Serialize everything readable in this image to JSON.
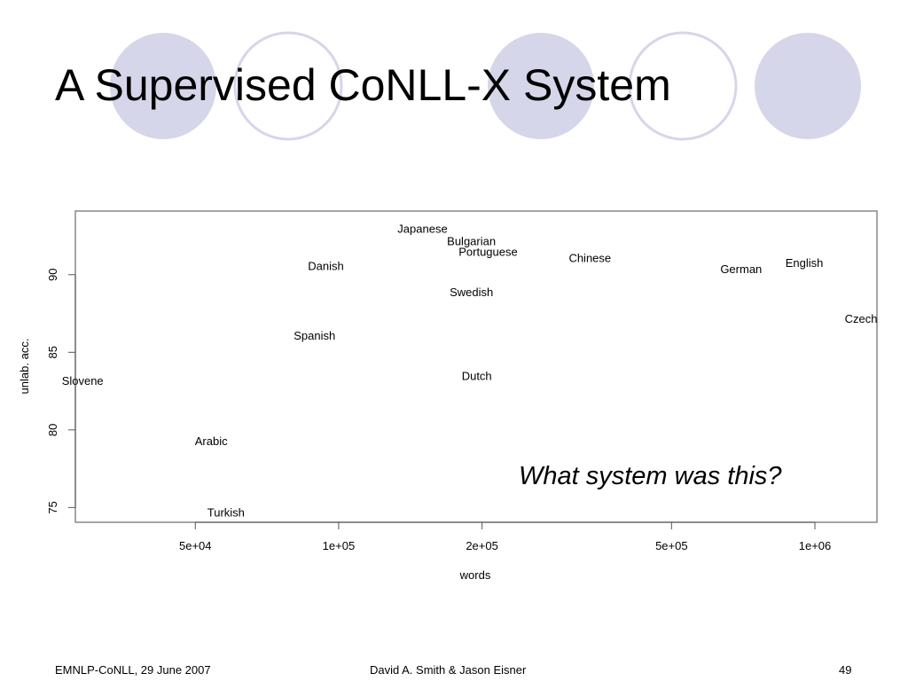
{
  "slide": {
    "title": "A Supervised CoNLL-X System",
    "annotation": "What system was this?",
    "footer_left": "EMNLP-CoNLL, 29 June 2007",
    "footer_center": "David A. Smith & Jason Eisner",
    "page_number": "49"
  },
  "colors": {
    "circle_fill": "#d6d6ea",
    "circle_stroke": "#d6d6ea",
    "plot_frame": "#888888",
    "text": "#000000"
  },
  "chart_data": {
    "type": "scatter",
    "xlabel": "words",
    "ylabel": "unlab. acc.",
    "x_scale": "log",
    "xlim": [
      28000,
      1350000
    ],
    "ylim": [
      74.05,
      94.1
    ],
    "xticks": [
      {
        "value": 50000,
        "label": "5e+04"
      },
      {
        "value": 100000,
        "label": "1e+05"
      },
      {
        "value": 200000,
        "label": "2e+05"
      },
      {
        "value": 500000,
        "label": "5e+05"
      },
      {
        "value": 1000000,
        "label": "1e+06"
      }
    ],
    "yticks": [
      {
        "value": 75,
        "label": "75"
      },
      {
        "value": 80,
        "label": "80"
      },
      {
        "value": 85,
        "label": "85"
      },
      {
        "value": 90,
        "label": "90"
      }
    ],
    "grid": false,
    "points": [
      {
        "label": "Japanese",
        "x": 150000,
        "y": 93.0
      },
      {
        "label": "Bulgarian",
        "x": 190000,
        "y": 92.2
      },
      {
        "label": "Portuguese",
        "x": 206000,
        "y": 91.5
      },
      {
        "label": "Chinese",
        "x": 337000,
        "y": 91.1
      },
      {
        "label": "Danish",
        "x": 94000,
        "y": 90.6
      },
      {
        "label": "German",
        "x": 700000,
        "y": 90.4
      },
      {
        "label": "English",
        "x": 950000,
        "y": 90.8
      },
      {
        "label": "Swedish",
        "x": 190000,
        "y": 88.9
      },
      {
        "label": "Czech",
        "x": 1250000,
        "y": 87.2
      },
      {
        "label": "Spanish",
        "x": 89000,
        "y": 86.1
      },
      {
        "label": "Slovene",
        "x": 29000,
        "y": 83.2
      },
      {
        "label": "Dutch",
        "x": 195000,
        "y": 83.5
      },
      {
        "label": "Arabic",
        "x": 54000,
        "y": 79.3
      },
      {
        "label": "Turkish",
        "x": 58000,
        "y": 74.7
      }
    ]
  }
}
